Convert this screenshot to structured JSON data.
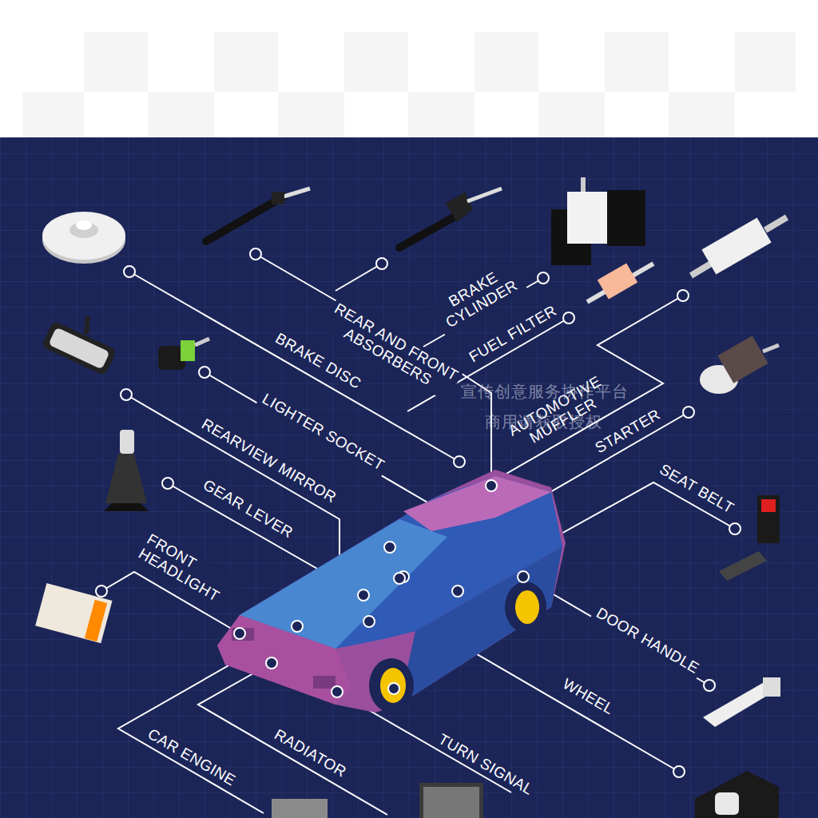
{
  "diagram": {
    "labels": [
      "BRAKE CYLINDER",
      "REAR AND FRONT ABSORBERS",
      "FUEL FILTER",
      "BRAKE DISC",
      "AUTOMOTIVE MUFFLER",
      "LIGHTER SOCKET",
      "STARTER",
      "REARVIEW MIRROR",
      "SEAT BELT",
      "GEAR LEVER",
      "FRONT HEADLIGHT",
      "DOOR HANDLE",
      "WHEEL",
      "CAR ENGINE",
      "RADIATOR",
      "TURN SIGNAL",
      "宣传创意服务协作平台",
      "商用请获取授权"
    ]
  }
}
